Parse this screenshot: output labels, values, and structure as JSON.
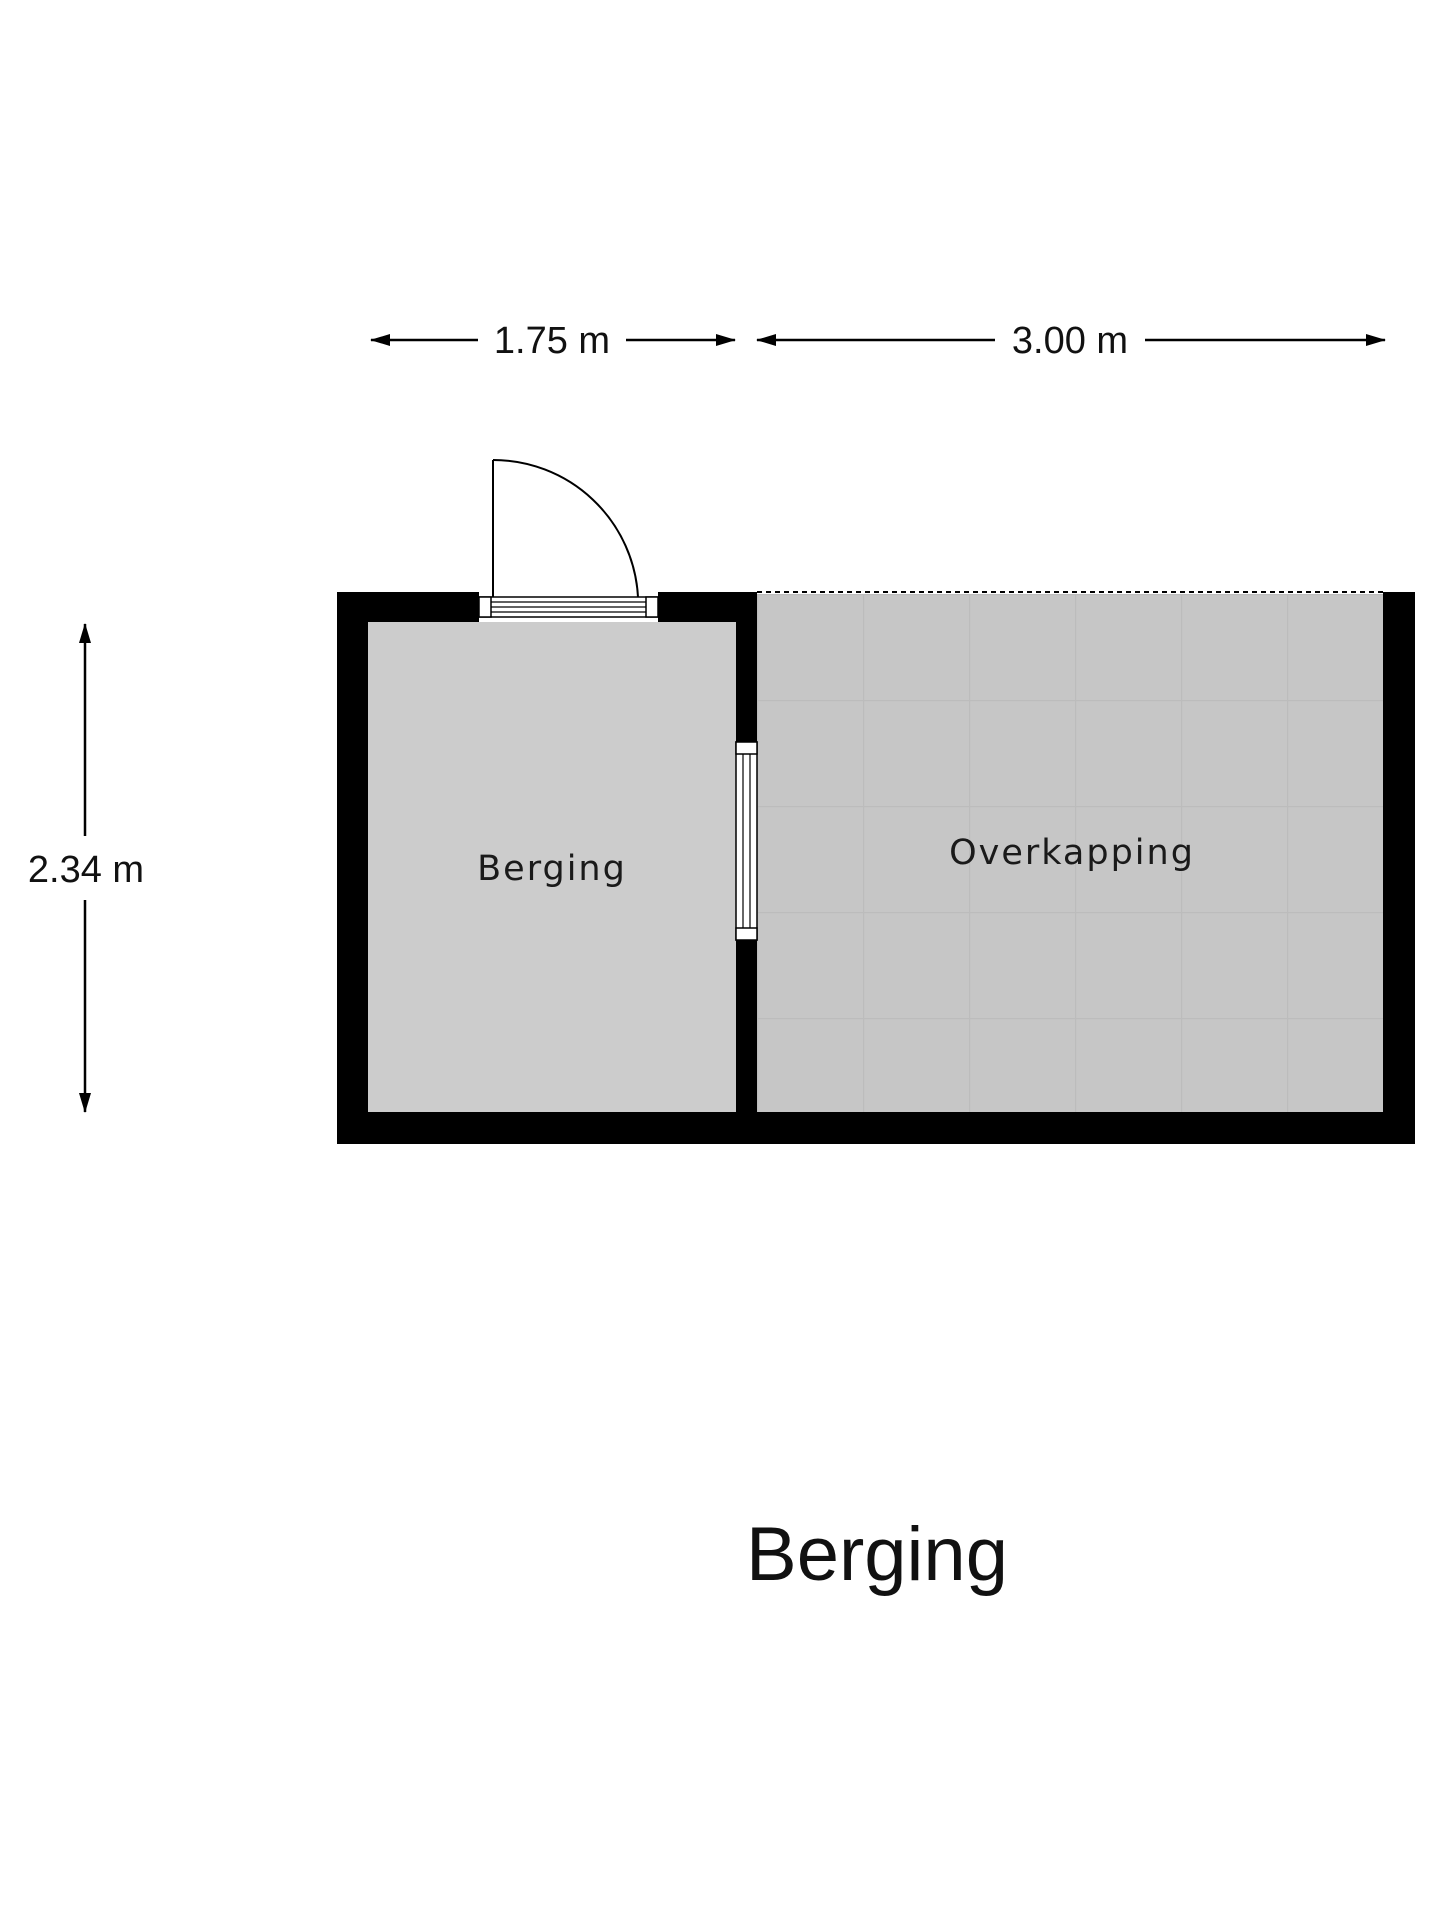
{
  "plan": {
    "title": "Berging",
    "dimensions": {
      "width_left": "1.75 m",
      "width_right": "3.00 m",
      "height": "2.34 m"
    },
    "rooms": [
      {
        "id": "berging",
        "label": "Berging"
      },
      {
        "id": "overkapping",
        "label": "Overkapping"
      }
    ]
  },
  "colors": {
    "wall": "#000000",
    "berging_floor": "#cccccc",
    "overkapping_floor": "#c6c6c6",
    "tile_line": "#bcbcbc",
    "background": "#ffffff"
  },
  "icons": [
    "door-icon",
    "window-icon",
    "arrow-icon"
  ]
}
